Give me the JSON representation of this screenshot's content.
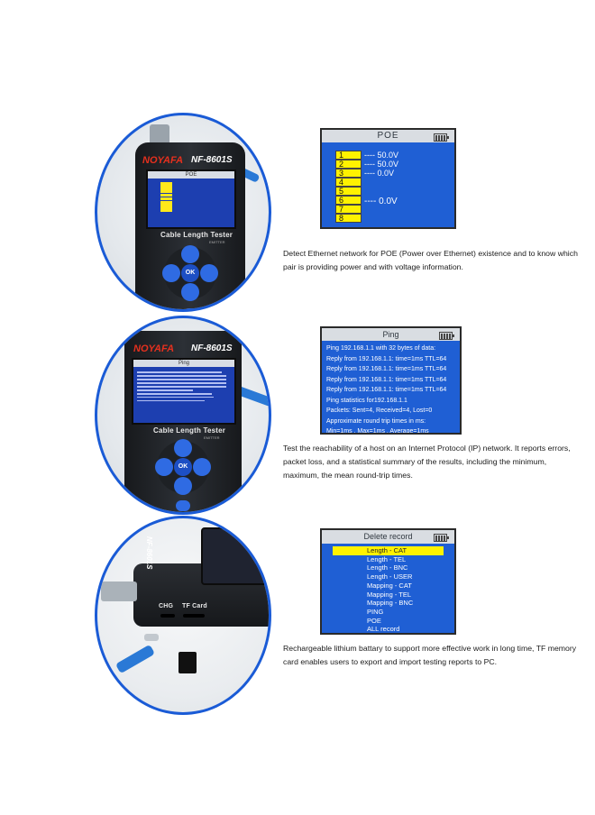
{
  "device": {
    "brand": "NOYAFA",
    "model": "NF-8601S",
    "model_side": "NF-8601S",
    "label": "Cable Length Tester",
    "emitter": "EMITTER",
    "ok": "OK",
    "chg": "CHG",
    "tf_card": "TF Card"
  },
  "poe_panel": {
    "title": "POE",
    "rows": [
      "1",
      "2",
      "3",
      "4",
      "5",
      "6",
      "7",
      "8"
    ],
    "values": [
      {
        "text": "---- 50.0V"
      },
      {
        "text": "---- 50.0V"
      },
      {
        "text": "---- 0.0V"
      },
      {
        "text": "---- 0.0V"
      }
    ],
    "description": "Detect Ethernet network for POE (Power over Ethernet) existence and to know which pair is providing power and with voltage information."
  },
  "ping_panel": {
    "title": "Ping",
    "lines": [
      "Ping 192.168.1.1 with 32 bytes of data:",
      "Reply from 192.168.1.1: time=1ms TTL=64",
      "Reply from 192.168.1.1: time=1ms TTL=64",
      "Reply from 192.168.1.1: time=1ms TTL=64",
      "Reply from 192.168.1.1: time=1ms TTL=64",
      "Ping statistics for192.168.1.1",
      "Packets: Sent=4, Received=4, Lost=0",
      "Approximate round trip times in ms:",
      "Min=1ms , Max=1ms , Average=1ms"
    ],
    "description": "Test the reachability of a host on an Internet Protocol (IP) network. It reports errors, packet loss, and a statistical summary of the results, including the minimum, maximum, the mean round-trip times."
  },
  "delete_panel": {
    "title": "Delete record",
    "items": [
      "Length - CAT",
      "Length - TEL",
      "Length - BNC",
      "Length - USER",
      "Mapping - CAT",
      "Mapping - TEL",
      "Mapping - BNC",
      "PING",
      "POE",
      "ALL record"
    ],
    "selected_index": 0,
    "description": "Rechargeable lithium battary to support more effective work in long time, TF memory card enables users to export and import testing reports to PC."
  },
  "colors": {
    "panel_blue": "#1f5fd4",
    "highlight_yellow": "#fff200",
    "accent_blue": "#1a5bd6"
  }
}
